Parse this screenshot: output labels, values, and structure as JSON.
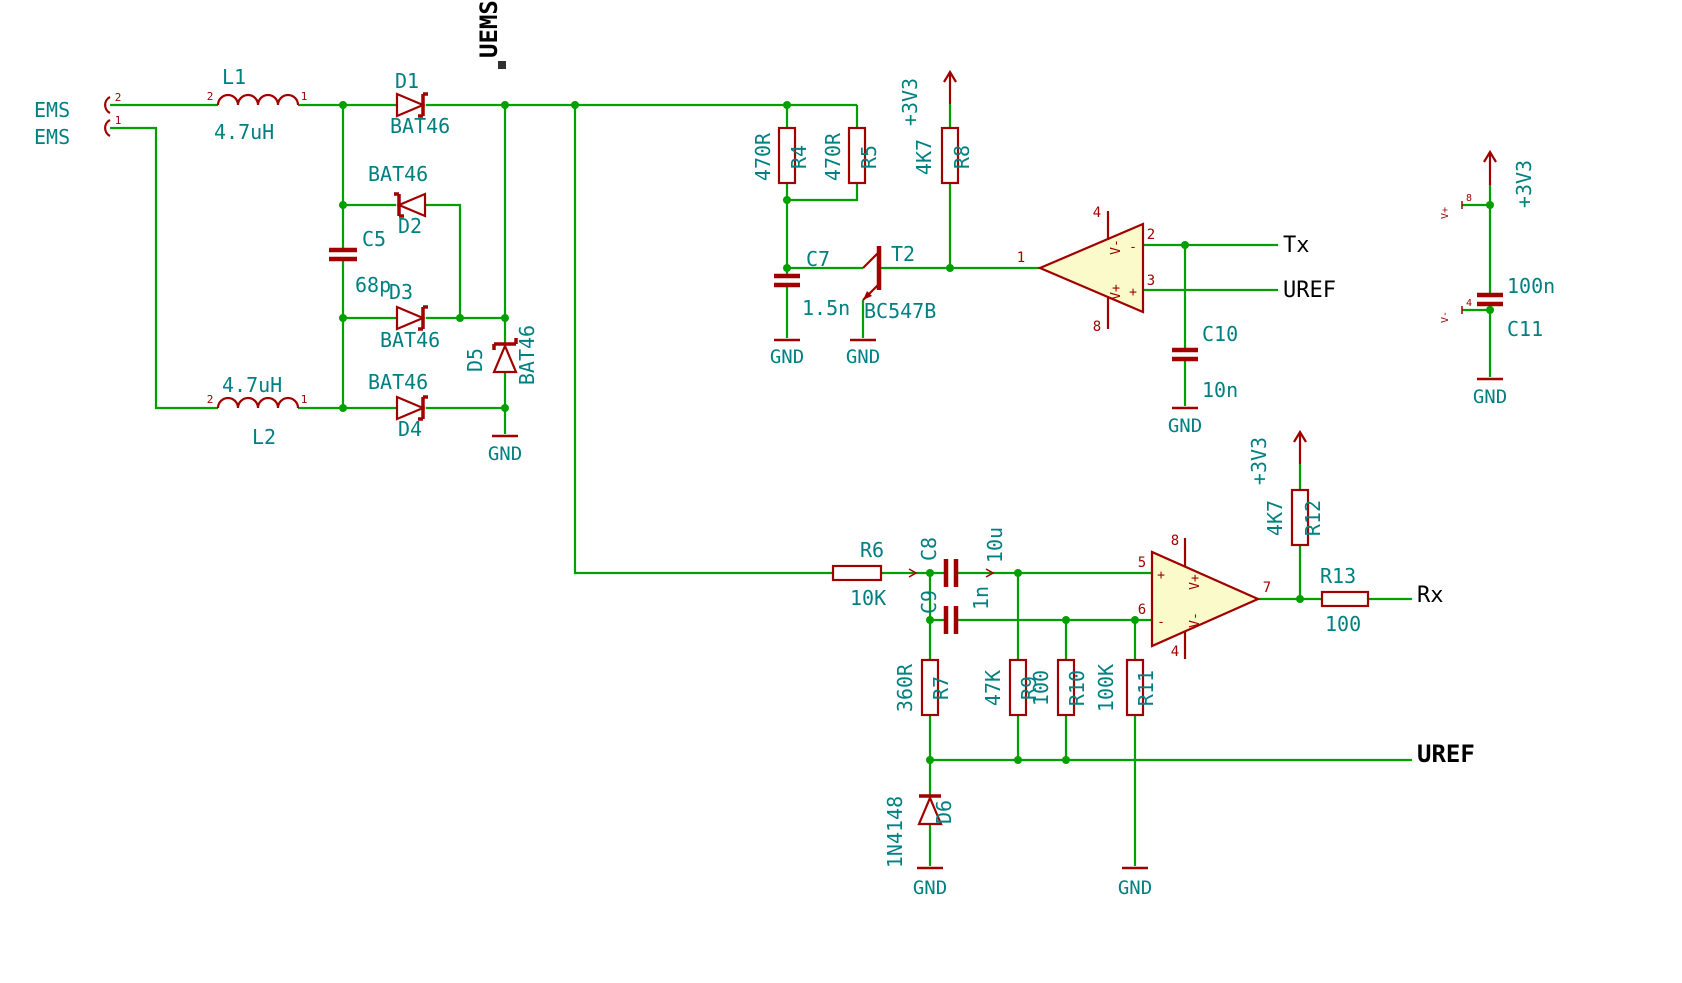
{
  "colors": {
    "background": "#ffffff",
    "wire": "#00a000",
    "symbol": "#a00000",
    "text": "#008080",
    "net_label": "#000000",
    "opamp_fill": "#fbfacb"
  },
  "net_labels": {
    "uems": "UEMS",
    "tx": "Tx",
    "uref": "UREF",
    "rx": "Rx",
    "uref_bottom": "UREF"
  },
  "power": {
    "v33": "+3V3",
    "gnd": "GND"
  },
  "connector": {
    "label_top": "EMS",
    "label_bottom": "EMS",
    "pin_top": "2",
    "pin_bottom": "1"
  },
  "components": {
    "l1": {
      "name": "L1",
      "value": "4.7uH",
      "pin_left": "2",
      "pin_right": "1"
    },
    "l2": {
      "name": "L2",
      "value": "4.7uH",
      "pin_left": "2",
      "pin_right": "1"
    },
    "d1": {
      "name": "D1",
      "value": "BAT46"
    },
    "d2": {
      "name": "D2",
      "value": "BAT46"
    },
    "d3": {
      "name": "D3",
      "value": "BAT46"
    },
    "d4": {
      "name": "D4",
      "value": "BAT46"
    },
    "d5": {
      "name": "D5",
      "value": "BAT46"
    },
    "d6": {
      "name": "D6",
      "value": "1N4148"
    },
    "c5": {
      "name": "C5",
      "value": "68p"
    },
    "c7": {
      "name": "C7",
      "value": "1.5n"
    },
    "c8": {
      "name": "C8",
      "value": "10u"
    },
    "c9": {
      "name": "C9",
      "value": "1n"
    },
    "c10": {
      "name": "C10",
      "value": "10n"
    },
    "c11": {
      "name": "C11",
      "value": "100n"
    },
    "r4": {
      "name": "R4",
      "value": "470R"
    },
    "r5": {
      "name": "R5",
      "value": "470R"
    },
    "r6": {
      "name": "R6",
      "value": "10K"
    },
    "r7": {
      "name": "R7",
      "value": "360R"
    },
    "r8": {
      "name": "R8",
      "value": "4K7"
    },
    "r9": {
      "name": "R9",
      "value": "47K"
    },
    "r10": {
      "name": "R10",
      "value": "100"
    },
    "r11": {
      "name": "R11",
      "value": "100K"
    },
    "r12": {
      "name": "R12",
      "value": "4K7"
    },
    "r13": {
      "name": "R13",
      "value": "100"
    },
    "t2": {
      "name": "T2",
      "value": "BC547B"
    }
  },
  "opamp_a": {
    "pin_out": "1",
    "pin_inv": "2",
    "pin_noninv": "3",
    "pin_vminus": "4",
    "pin_vplus": "8",
    "vminus_label": "V-",
    "vplus_label": "V+",
    "inv_mark": "-",
    "noninv_mark": "+"
  },
  "opamp_b": {
    "pin_noninv": "5",
    "pin_inv": "6",
    "pin_out": "7",
    "pin_vplus": "8",
    "pin_vminus": "4",
    "vplus_label": "V+",
    "vminus_label": "V-",
    "noninv_mark": "+",
    "inv_mark": "-"
  },
  "ic_power": {
    "pin_vplus": "8",
    "pin_vminus": "4",
    "vplus_label": "V+",
    "vminus_label": "V-"
  }
}
